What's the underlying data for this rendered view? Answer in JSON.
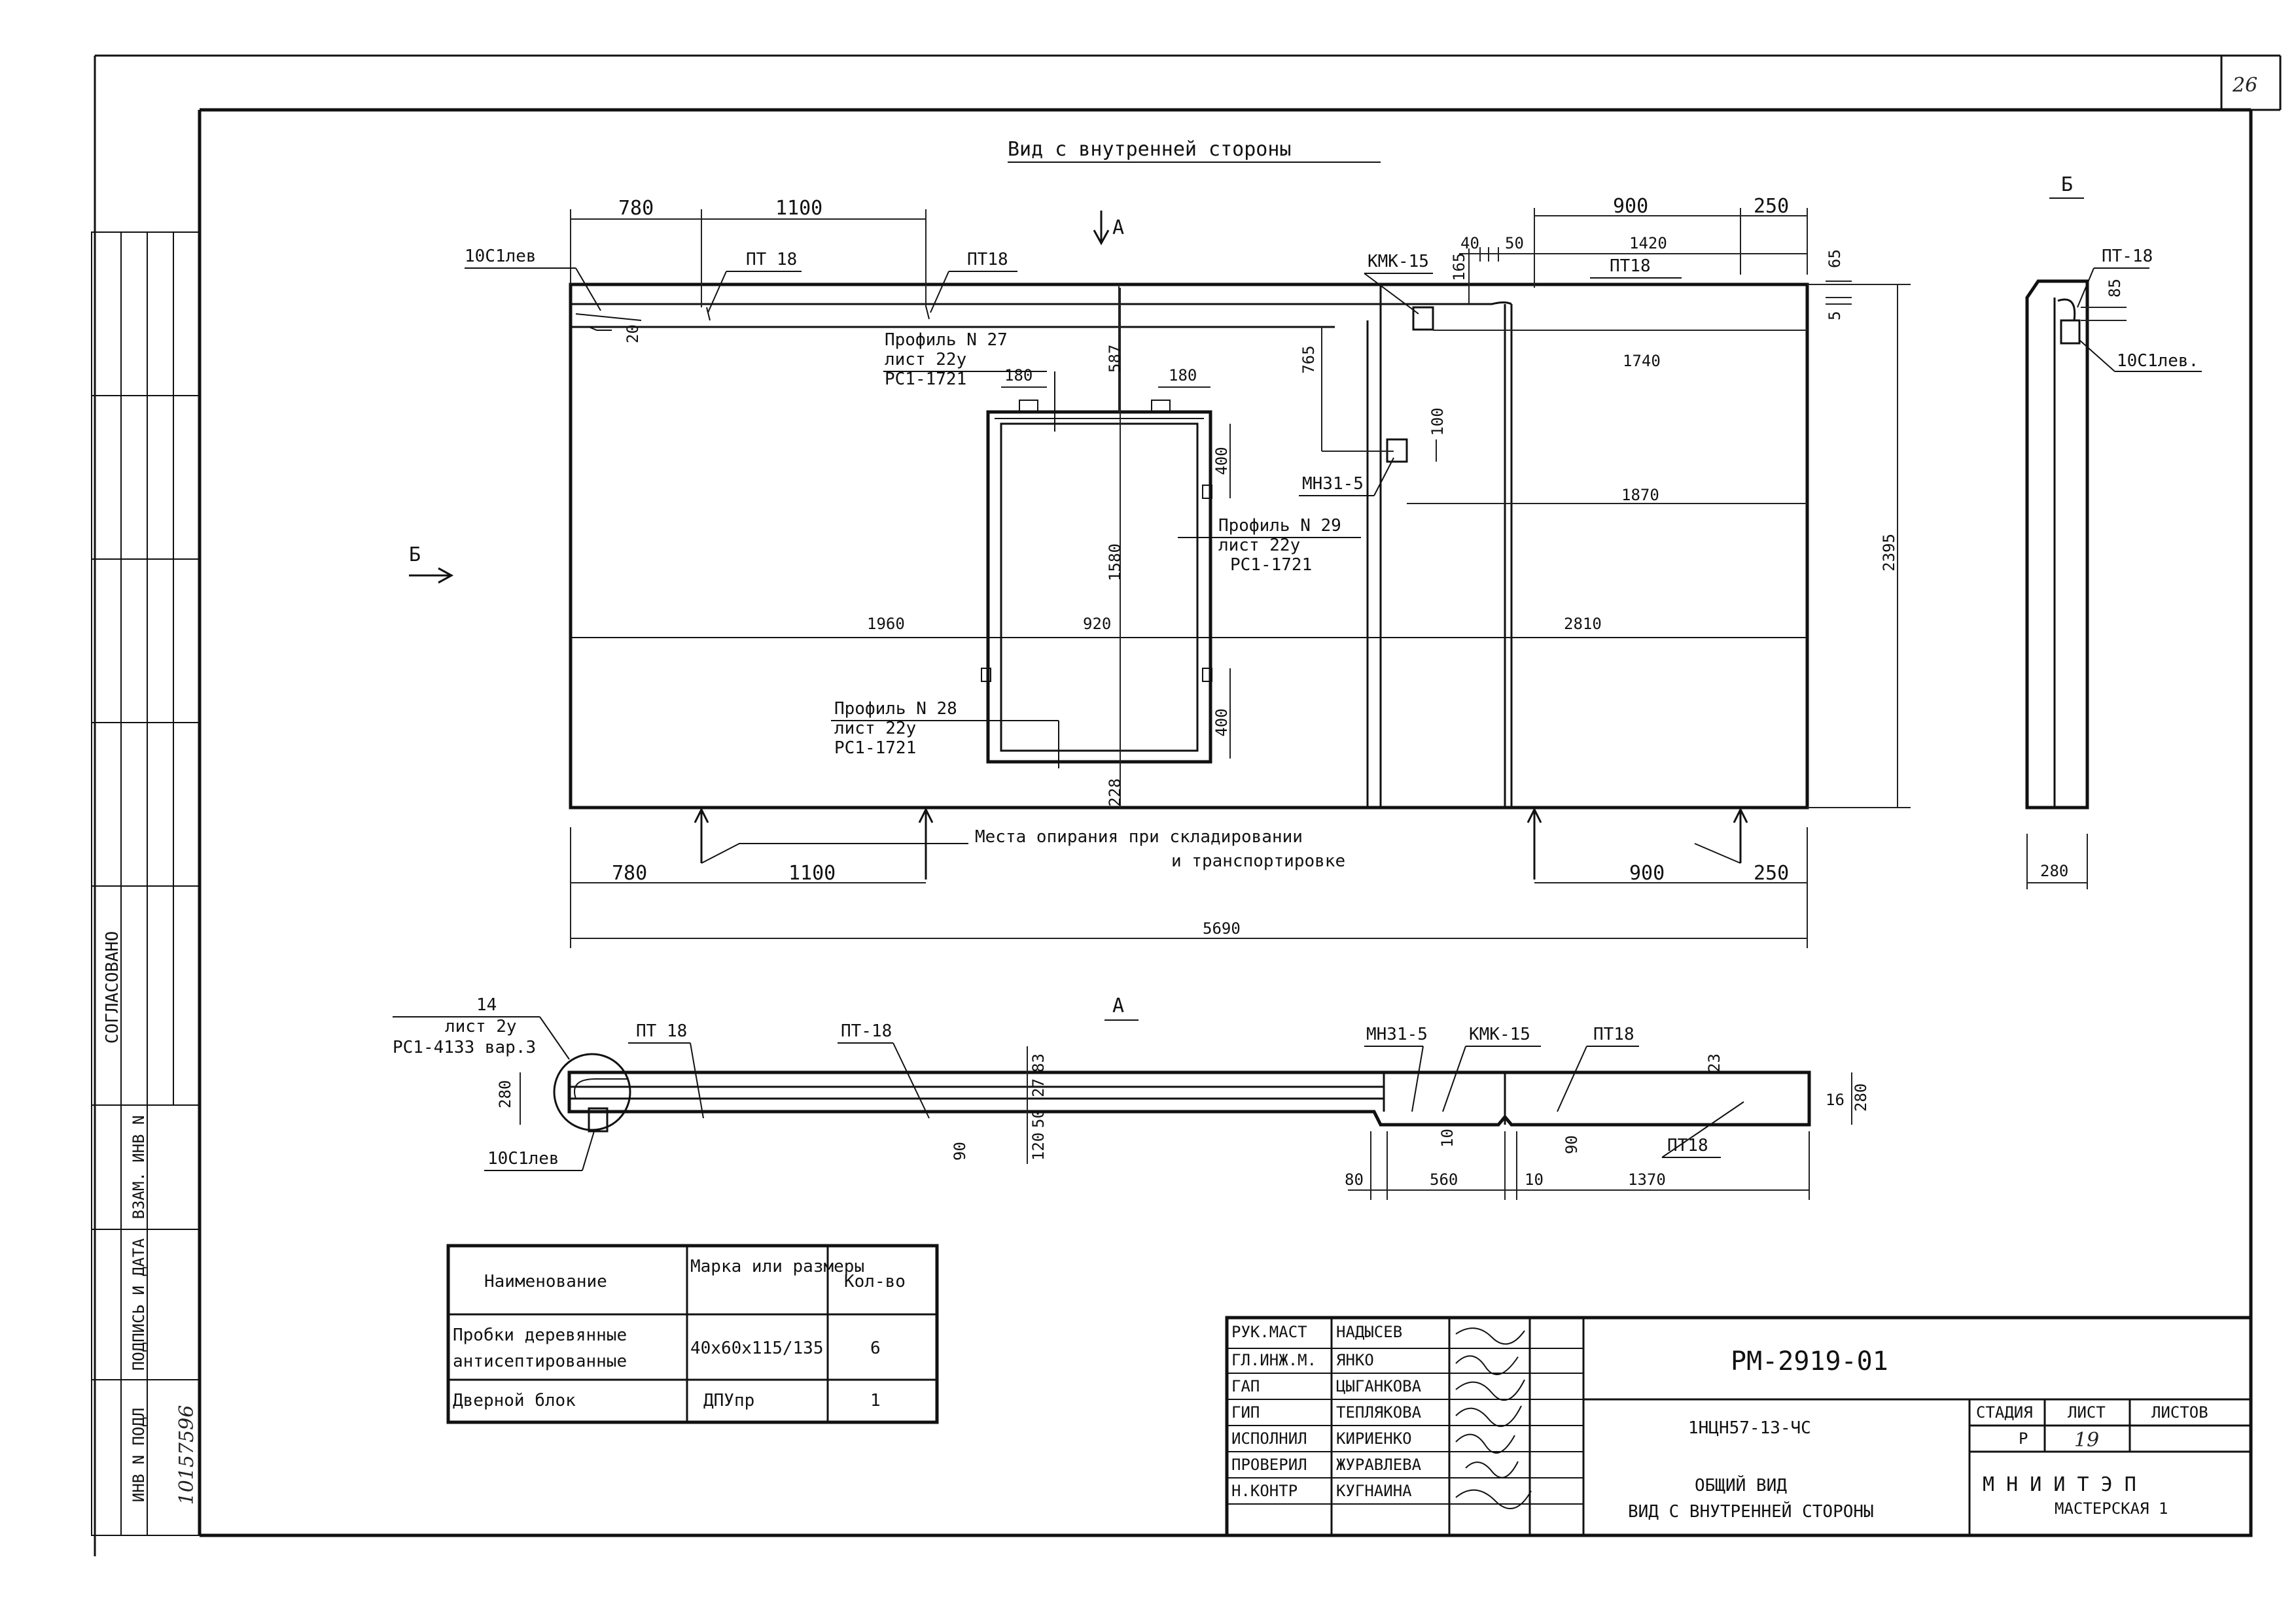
{
  "sheet_corner_number": "26",
  "left_stamp": {
    "agreed_label": "СОГЛАСОВАНО",
    "col_inv_podl": "ИНВ N ПОДЛ",
    "col_sign_date": "ПОДПИСЬ И ДАТА",
    "col_vzam_inv": "ВЗАМ. ИНВ N",
    "inv_number": "10157596"
  },
  "views": {
    "main_title": "Вид с внутренней стороны",
    "section_a_label": "А",
    "section_b_label": "Б",
    "arrow_a": "А",
    "arrow_b": "Б"
  },
  "main_view": {
    "top_dims": [
      "780",
      "1100",
      "900",
      "250"
    ],
    "right_top_dims": [
      "40",
      "50",
      "1420",
      "165",
      "65",
      "5"
    ],
    "labels": {
      "s10c1_left": "10С1лев",
      "pt18_a": "ПТ 18",
      "pt18_b": "ПТ18",
      "kmk15": "КМК-15",
      "pt18_c": "ПТ18",
      "mn31": "МН31-5",
      "profile27_a": "Профиль N 27",
      "profile27_b": "лист 22у",
      "profile27_c": "РС1-1721",
      "profile29_a": "Профиль N 29",
      "profile29_b": "лист 22у",
      "profile29_c": "РС1-1721",
      "profile28_a": "Профиль N 28",
      "profile28_b": "лист 22у",
      "profile28_c": "РС1-1721",
      "supports_a": "Места опирания при складировании",
      "supports_b": "и транспортировке"
    },
    "inner_dims": {
      "d20": "20",
      "d587": "587",
      "d180a": "180",
      "d180b": "180",
      "d400a": "400",
      "d400b": "400",
      "d1580": "1580",
      "d228": "228",
      "d765": "765",
      "d100": "100",
      "d1740": "1740",
      "d1870": "1870",
      "d1960": "1960",
      "d920": "920",
      "d2810": "2810",
      "d2395": "2395"
    },
    "bottom_dims": [
      "780",
      "1100",
      "900",
      "250"
    ],
    "overall": "5690"
  },
  "view_b": {
    "pt18": "ПТ-18",
    "d85": "85",
    "s10c1": "10С1лев.",
    "width": "280"
  },
  "view_a": {
    "note_a": "14",
    "note_b": "лист 2у",
    "note_c": "РС1-4133 вар.3",
    "pt18_1": "ПТ 18",
    "pt18_2": "ПТ-18",
    "mn31": "МН31-5",
    "kmk15": "КМК-15",
    "pt18_3": "ПТ18",
    "pt18_4": "ПТ18",
    "s10c1": "10С1лев",
    "dims": {
      "d280l": "280",
      "d90a": "90",
      "d120": "120",
      "d50": "50",
      "d27": "27",
      "d83": "83",
      "d10v": "10",
      "d90b": "90",
      "d23": "23",
      "d16": "16",
      "d280r": "280",
      "d80": "80",
      "d560": "560",
      "d10": "10",
      "d1370": "1370"
    }
  },
  "spec_table": {
    "headers": [
      "Наименование",
      "Марка или размеры",
      "Кол-во"
    ],
    "rows": [
      {
        "name_1": "Пробки деревянные",
        "name_2": "антисептированные",
        "mark": "40x60x115/135",
        "qty": "6"
      },
      {
        "name_1": "Дверной блок",
        "name_2": "",
        "mark": "ДПУпр",
        "qty": "1"
      }
    ]
  },
  "title_block": {
    "roles": [
      "РУК.МАСТ",
      "ГЛ.ИНЖ.М.",
      "ГАП",
      "ГИП",
      "ИСПОЛНИЛ",
      "ПРОВЕРИЛ",
      "Н.КОНТР"
    ],
    "names": [
      "НАДЫСЕВ",
      "ЯНКО",
      "ЦЫГАНКОВА",
      "ТЕПЛЯКОВА",
      "КИРИЕНКО",
      "ЖУРАВЛЕВА",
      "КУГНАИНА"
    ],
    "code": "РМ-2919-01",
    "product": "1НЦН57-13-ЧС",
    "title_1": "ОБЩИЙ ВИД",
    "title_2": "ВИД С ВНУТРЕННЕЙ СТОРОНЫ",
    "stage_label": "СТАДИЯ",
    "sheet_label": "ЛИСТ",
    "sheets_label": "ЛИСТОВ",
    "stage": "Р",
    "sheet": "19",
    "org_1": "М Н И И Т Э П",
    "org_2": "МАСТЕРСКАЯ 1"
  }
}
